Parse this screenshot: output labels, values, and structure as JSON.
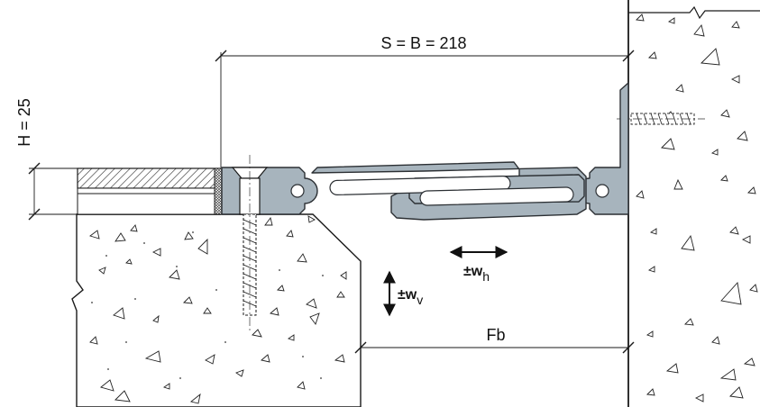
{
  "labels": {
    "span": "S = B = 218",
    "height": "H = 25",
    "joint": "Fb",
    "horizontal_movement": "±w",
    "horizontal_sub": "h",
    "vertical_movement": "±w",
    "vertical_sub": "v"
  },
  "colors": {
    "profile_fill": "#a7b4bd",
    "profile_stroke": "#2b2f33",
    "line": "#1a1a1a",
    "concrete": "#ffffff"
  }
}
